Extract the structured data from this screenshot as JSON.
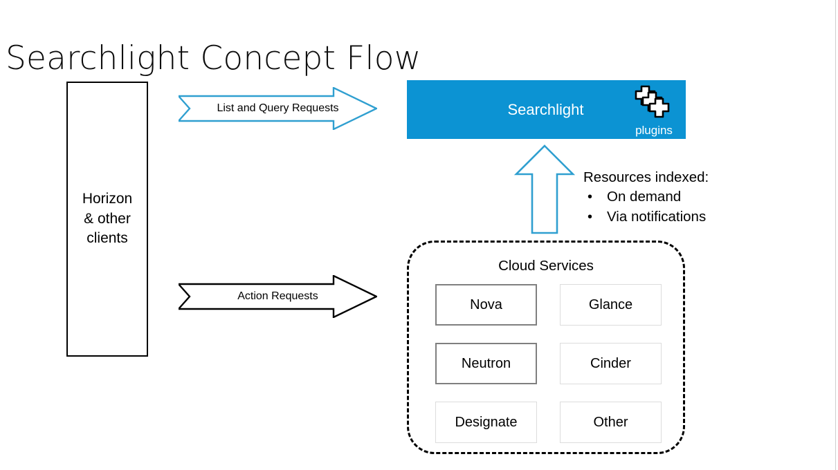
{
  "slide": {
    "title": "Searchlight Concept Flow",
    "background": "#ffffff",
    "edge_color": "#cfcfcf"
  },
  "clients_box": {
    "name": "Horizon & other clients",
    "line1": "Horizon",
    "line2": "& other",
    "line3": "clients",
    "border_color": "#000000"
  },
  "searchlight": {
    "label": "Searchlight",
    "plugins_label": "plugins",
    "fill_color": "#0c93d3",
    "text_color": "#ffffff",
    "plugins_icon": "plugins-puzzle-icon"
  },
  "arrows": {
    "list_query": {
      "label": "List and Query Requests",
      "stroke_color": "#2f9fd0",
      "fill_color": "#ffffff",
      "direction": "right",
      "icon": "block-arrow-right-icon"
    },
    "action": {
      "label": "Action Requests",
      "stroke_color": "#000000",
      "fill_color": "#ffffff",
      "direction": "right",
      "icon": "block-arrow-right-icon"
    },
    "up": {
      "stroke_color": "#2f9fd0",
      "fill_color": "#ffffff",
      "direction": "up",
      "icon": "block-arrow-up-icon"
    }
  },
  "resources_note": {
    "heading": "Resources indexed:",
    "bullet_glyph": "•",
    "items": [
      "On demand",
      "Via notifications"
    ]
  },
  "cloud_services": {
    "title": "Cloud Services",
    "border_color": "#000000",
    "services": [
      {
        "label": "Nova",
        "emphasis": "strong",
        "border_color": "#7f7f7f"
      },
      {
        "label": "Glance",
        "emphasis": "faint",
        "border_color": "#dcdcdc"
      },
      {
        "label": "Neutron",
        "emphasis": "strong",
        "border_color": "#7f7f7f"
      },
      {
        "label": "Cinder",
        "emphasis": "faint",
        "border_color": "#dcdcdc"
      },
      {
        "label": "Designate",
        "emphasis": "faint",
        "border_color": "#dcdcdc"
      },
      {
        "label": "Other",
        "emphasis": "faint",
        "border_color": "#dcdcdc"
      }
    ]
  }
}
